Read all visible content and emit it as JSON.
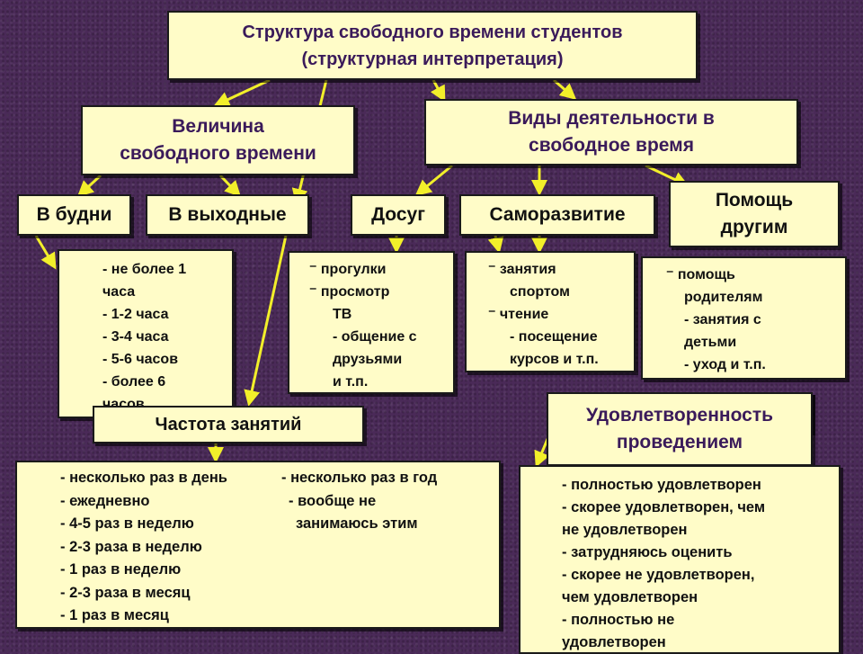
{
  "main_title": {
    "line1": "Структура свободного времени студентов",
    "line2": "(структурная интерпретация)"
  },
  "amount": {
    "line1": "Величина",
    "line2": "свободного времени",
    "weekdays": "В будни",
    "weekends": "В выходные"
  },
  "activities": {
    "line1": "Виды деятельности в",
    "line2": "свободное время",
    "leisure": "Досуг",
    "selfdev": "Саморазвитие",
    "help_line1": "Помощь",
    "help_line2": "другим"
  },
  "hours_list": {
    "i1": "- не более 1",
    "i2": "часа",
    "i3": "- 1-2 часа",
    "i4": "- 3-4 часа",
    "i5": "- 5-6 часов",
    "i6": "- более 6",
    "i7": "часов"
  },
  "leisure_list": {
    "i1": "⁻   прогулки",
    "i2": "⁻   просмотр",
    "i3": "ТВ",
    "i4": "- общение с",
    "i5": "друзьями",
    "i6": "и т.п."
  },
  "selfdev_list": {
    "i1": "⁻   занятия",
    "i2": "спортом",
    "i3": "⁻   чтение",
    "i4": "- посещение",
    "i5": "курсов и т.п."
  },
  "help_list": {
    "i1": "⁻   помощь",
    "i2": "родителям",
    "i3": "- занятия с",
    "i4": "детьми",
    "i5": "- уход и т.п."
  },
  "frequency": {
    "title": "Частота занятий",
    "c1": [
      "- несколько раз в день",
      "- ежедневно",
      "- 4-5 раз в неделю",
      "- 2-3 раза в неделю",
      "- 1 раз в неделю",
      "- 2-3 раза в месяц",
      "- 1 раз в месяц"
    ],
    "c2": [
      "- несколько раз в год",
      "- вообще не",
      "занимаюсь этим"
    ]
  },
  "satisfaction": {
    "line1": "Удовлетворенность",
    "line2": "проведением",
    "items": [
      "- полностью удовлетворен",
      "- скорее удовлетворен, чем",
      "не удовлетворен",
      "- затрудняюсь оценить",
      "- скорее не удовлетворен,",
      "чем удовлетворен",
      "- полностью не",
      "удовлетворен"
    ]
  },
  "colors": {
    "background": "#4a2a58",
    "box_fill": "#fffcc8",
    "arrow": "#f2ef2a",
    "heading_text": "#3a1a5a"
  }
}
